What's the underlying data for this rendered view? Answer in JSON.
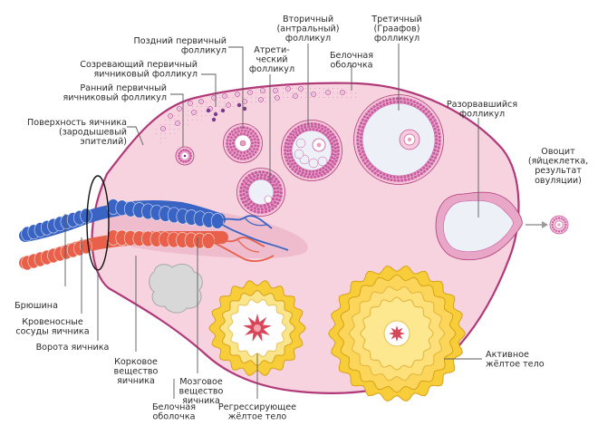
{
  "labels": {
    "late_primary": [
      "Поздний первичный",
      "фолликул"
    ],
    "maturing_primary": [
      "Созревающий первичный",
      "яичниковый фолликул"
    ],
    "early_primary": [
      "Ранний первичный",
      "яичниковый фолликул"
    ],
    "surface": [
      "Поверхность яичника",
      "(зародышевый",
      "эпителий)"
    ],
    "atretic": [
      "Атрети-",
      "ческий",
      "фолликул"
    ],
    "secondary": [
      "Вторичный",
      "(антральный)",
      "фолликул"
    ],
    "tunica_top": [
      "Белочная",
      "оболочка"
    ],
    "tertiary": [
      "Третичный",
      "(Граафов)",
      "фолликул"
    ],
    "ruptured": [
      "Разорвавшийся",
      "фолликул"
    ],
    "oocyte": [
      "Овоцит",
      "(яйцеклетка,",
      "результат",
      "овуляции)"
    ],
    "peritoneum": [
      "Брюшина"
    ],
    "vessels": [
      "Кровеносные",
      "сосуды яичника"
    ],
    "hilum": [
      "Ворота яичника"
    ],
    "cortex": [
      "Корковое",
      "вещество",
      "яичника"
    ],
    "medulla": [
      "Мозговое",
      "вещество",
      "яичника"
    ],
    "tunica_bottom": [
      "Белочная",
      "оболочка"
    ],
    "regressing": [
      "Регрессирующее",
      "жёлтое тело"
    ],
    "active_cl": [
      "Активное",
      "жёлтое тело"
    ]
  },
  "colors": {
    "stroma": "#f7d3df",
    "outline": "#b03a79",
    "artery": "#e8604a",
    "vein": "#3a64c4",
    "follicle_fill": "#ffffff",
    "granulosa": "#c85aa0",
    "corpus_luteum": "#f7cd3a",
    "corpus_luteum_edge": "#d8a21a",
    "albicans": "#d8d8d8",
    "blood": "#d8465a"
  }
}
